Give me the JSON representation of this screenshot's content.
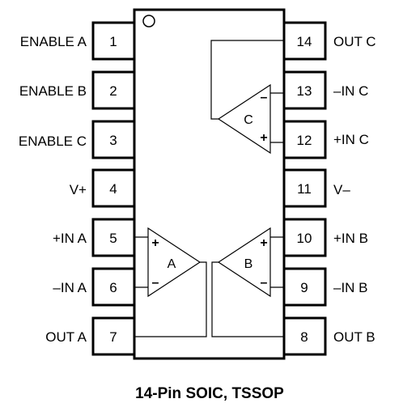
{
  "caption": "14-Pin SOIC, TSSOP",
  "pins_left": [
    {
      "number": "1",
      "label": "ENABLE A"
    },
    {
      "number": "2",
      "label": "ENABLE B"
    },
    {
      "number": "3",
      "label": "ENABLE C"
    },
    {
      "number": "4",
      "label": "V+"
    },
    {
      "number": "5",
      "label": "+IN A"
    },
    {
      "number": "6",
      "label": "–IN A"
    },
    {
      "number": "7",
      "label": "OUT A"
    }
  ],
  "pins_right": [
    {
      "number": "14",
      "label": "OUT C"
    },
    {
      "number": "13",
      "label": "–IN C"
    },
    {
      "number": "12",
      "label": "+IN C"
    },
    {
      "number": "11",
      "label": "V–"
    },
    {
      "number": "10",
      "label": "+IN B"
    },
    {
      "number": "9",
      "label": "–IN B"
    },
    {
      "number": "8",
      "label": "OUT B"
    }
  ],
  "amplifiers": {
    "a": {
      "name": "A",
      "plus": "+",
      "minus": "–"
    },
    "b": {
      "name": "B",
      "plus": "+",
      "minus": "–"
    },
    "c": {
      "name": "C",
      "plus": "+",
      "minus": "–"
    }
  },
  "icons": {
    "pin1_marker": "pin-1-indicator-circle"
  }
}
